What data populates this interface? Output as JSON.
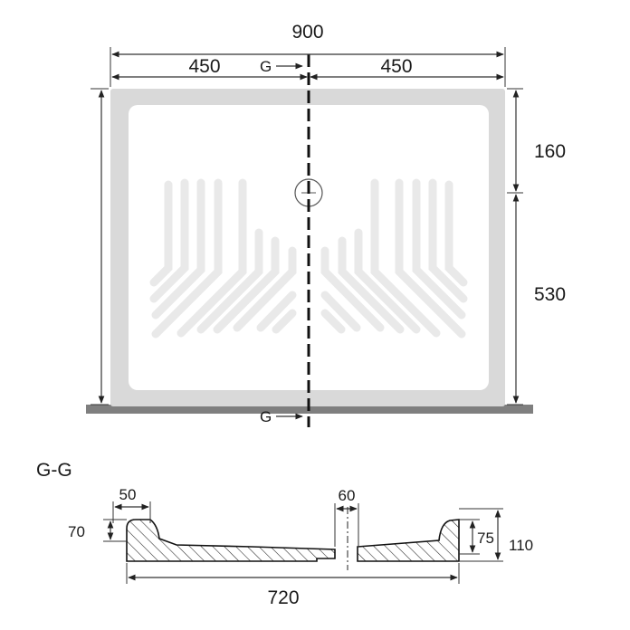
{
  "plan": {
    "overall_width": "900",
    "left_half": "450",
    "right_half": "450",
    "top_to_drain": "160",
    "drain_to_bottom": "530",
    "cut_marker_top": "G",
    "cut_marker_bottom": "G",
    "tray_color": "#d9d9d9",
    "floor_color": "#7f7f7f"
  },
  "section": {
    "title": "G-G",
    "rim_width": "50",
    "drain_width": "60",
    "rim_height_left": "70",
    "rim_height_right": "75",
    "total_height": "110",
    "base_length": "720"
  }
}
